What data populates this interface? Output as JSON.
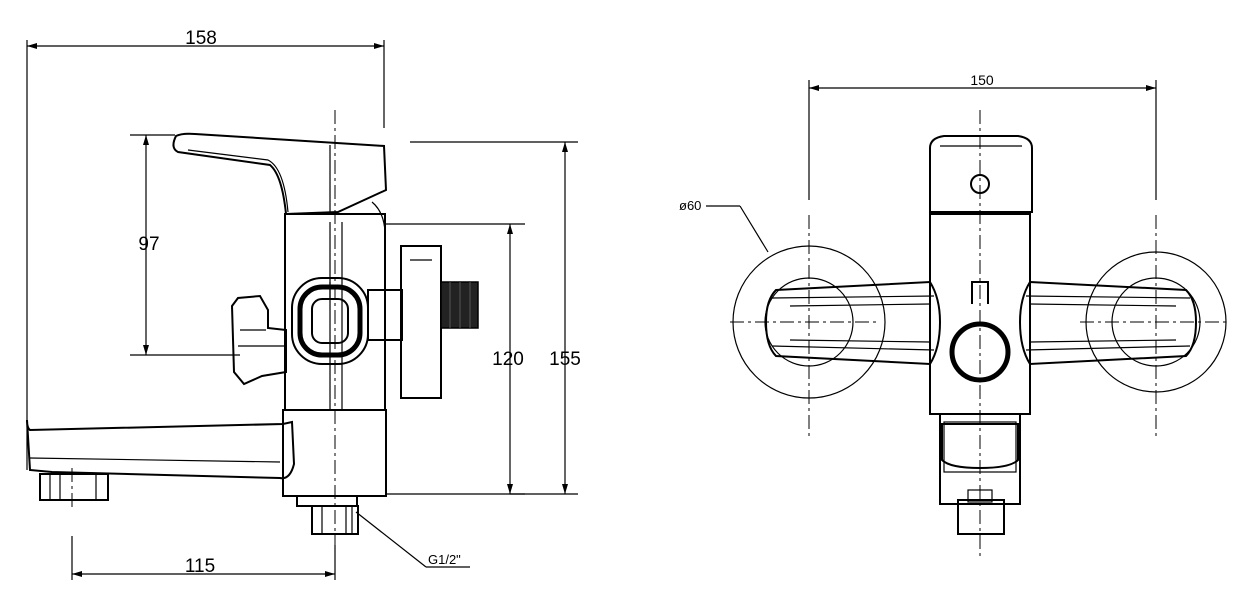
{
  "side_view": {
    "dim_overall_width": "158",
    "dim_lever_height": "97",
    "dim_body_height": "120",
    "dim_total_height": "155",
    "dim_spout_reach": "115",
    "thread_label": "G1/2\""
  },
  "front_view": {
    "dim_inlet_centers": "150",
    "dim_escutcheon_diameter": "ø60"
  },
  "colors": {
    "line": "#000000",
    "background": "#ffffff",
    "fill_dark": "#222222"
  }
}
